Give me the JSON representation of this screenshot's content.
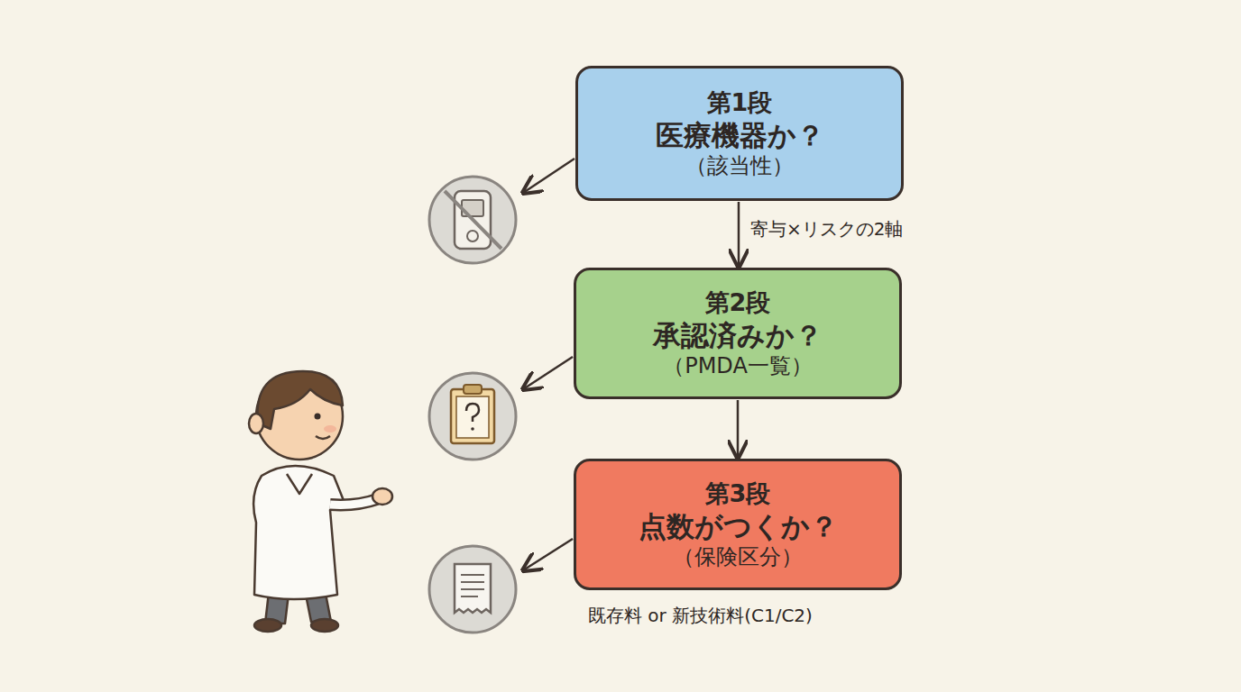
{
  "diagram": {
    "nodes": [
      {
        "text": [
          "第1段",
          "医療機器か？",
          "（該当性）"
        ]
      },
      {
        "text": [
          "第2段",
          "承認済みか？",
          "（PMDA一覧）"
        ]
      },
      {
        "text": [
          "第3段",
          "点数がつくか？",
          "（保険区分）"
        ]
      }
    ],
    "edges": [
      {
        "from": 0,
        "to": 1,
        "arrow": "to",
        "label": "寄与×リスクの2軸"
      },
      {
        "from": 1,
        "to": 2,
        "arrow": "to"
      }
    ],
    "labels": [
      "既存料 or 新技術料(C1/C2)"
    ]
  }
}
